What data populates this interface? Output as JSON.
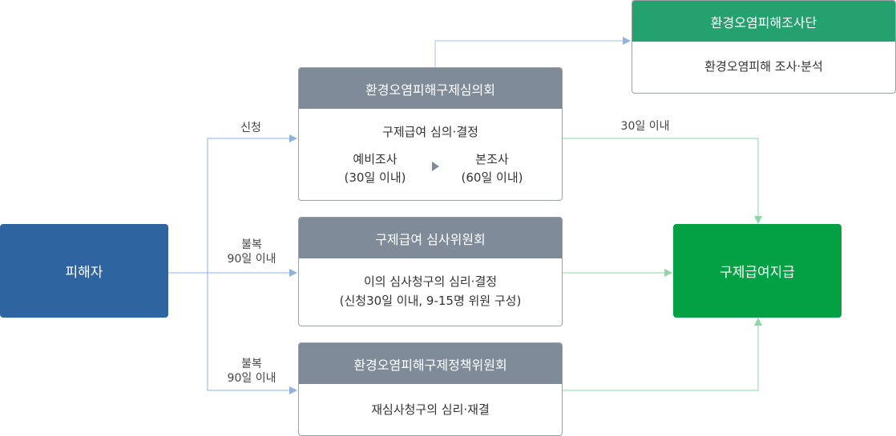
{
  "victim": "피해자",
  "payment": "구제급여지급",
  "committee1": {
    "title": "환경오염피해구제심의회",
    "desc": "구제급여 심의·결정",
    "step1_name": "예비조사",
    "step1_period": "(30일 이내)",
    "step2_name": "본조사",
    "step2_period": "(60일 이내)"
  },
  "committee2": {
    "title": "구제급여 심사위원회",
    "desc1": "이의 심사청구의 심리·결정",
    "desc2": "(신청30일 이내, 9-15명 위원 구성)"
  },
  "committee3": {
    "title": "환경오염피해구제정책위원회",
    "desc": "재심사청구의 심리·재결"
  },
  "investigation": {
    "title": "환경오염피해조사단",
    "desc": "환경오염피해 조사·분석"
  },
  "labels": {
    "apply": "신청",
    "objection1_a": "불복",
    "objection1_b": "90일 이내",
    "objection2_a": "불복",
    "objection2_b": "90일 이내",
    "within30": "30일 이내"
  },
  "colors": {
    "victim": "#2e64a0",
    "payment": "#03a044",
    "box_header": "#7f8b99",
    "investigation_header": "#25a06f",
    "arrow_blue": "#8fb3e0",
    "arrow_green": "#8fd6a8",
    "arrow_gray": "#a9c2dd"
  }
}
